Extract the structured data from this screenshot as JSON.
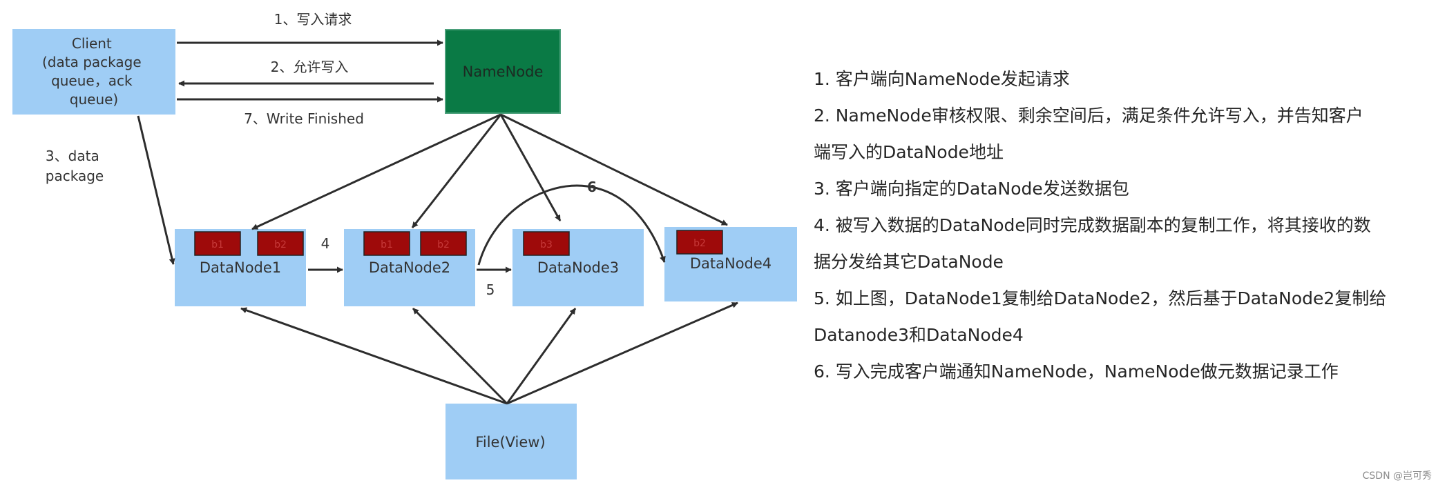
{
  "nodes": {
    "client": [
      "Client",
      "(data package",
      "queue，ack",
      "queue)"
    ],
    "namenode": "NameNode",
    "datanode1": "DataNode1",
    "datanode2": "DataNode2",
    "datanode3": "DataNode3",
    "datanode4": "DataNode4",
    "file_view": "File(View)"
  },
  "blocks": {
    "dn1": [
      "b1",
      "b2"
    ],
    "dn2": [
      "b1",
      "b2"
    ],
    "dn3": [
      "b3"
    ],
    "dn4": [
      "b2"
    ]
  },
  "edges": {
    "write_request": "1、写入请求",
    "allow_write": "2、允许写入",
    "write_finished": "7、Write Finished",
    "data_package": [
      "3、data",
      "package"
    ],
    "pipeline_4": "4",
    "pipeline_5": "5",
    "pipeline_6": "6"
  },
  "steps": [
    "1. 客户端向NameNode发起请求",
    "2. NameNode审核权限、剩余空间后，满足条件允许写入，并告知客户",
    "端写入的DataNode地址",
    "3. 客户端向指定的DataNode发送数据包",
    "4. 被写入数据的DataNode同时完成数据副本的复制工作，将其接收的数",
    "据分发给其它DataNode",
    "5. 如上图，DataNode1复制给DataNode2，然后基于DataNode2复制给",
    "Datanode3和DataNode4",
    "6. 写入完成客户端通知NameNode，NameNode做元数据记录工作"
  ],
  "watermark": "CSDN @岂可秀",
  "colors": {
    "box": "#9fcdf5",
    "namenode": "#0a7a45",
    "block": "#9e0a0a",
    "arrow": "#2d2d2d"
  }
}
